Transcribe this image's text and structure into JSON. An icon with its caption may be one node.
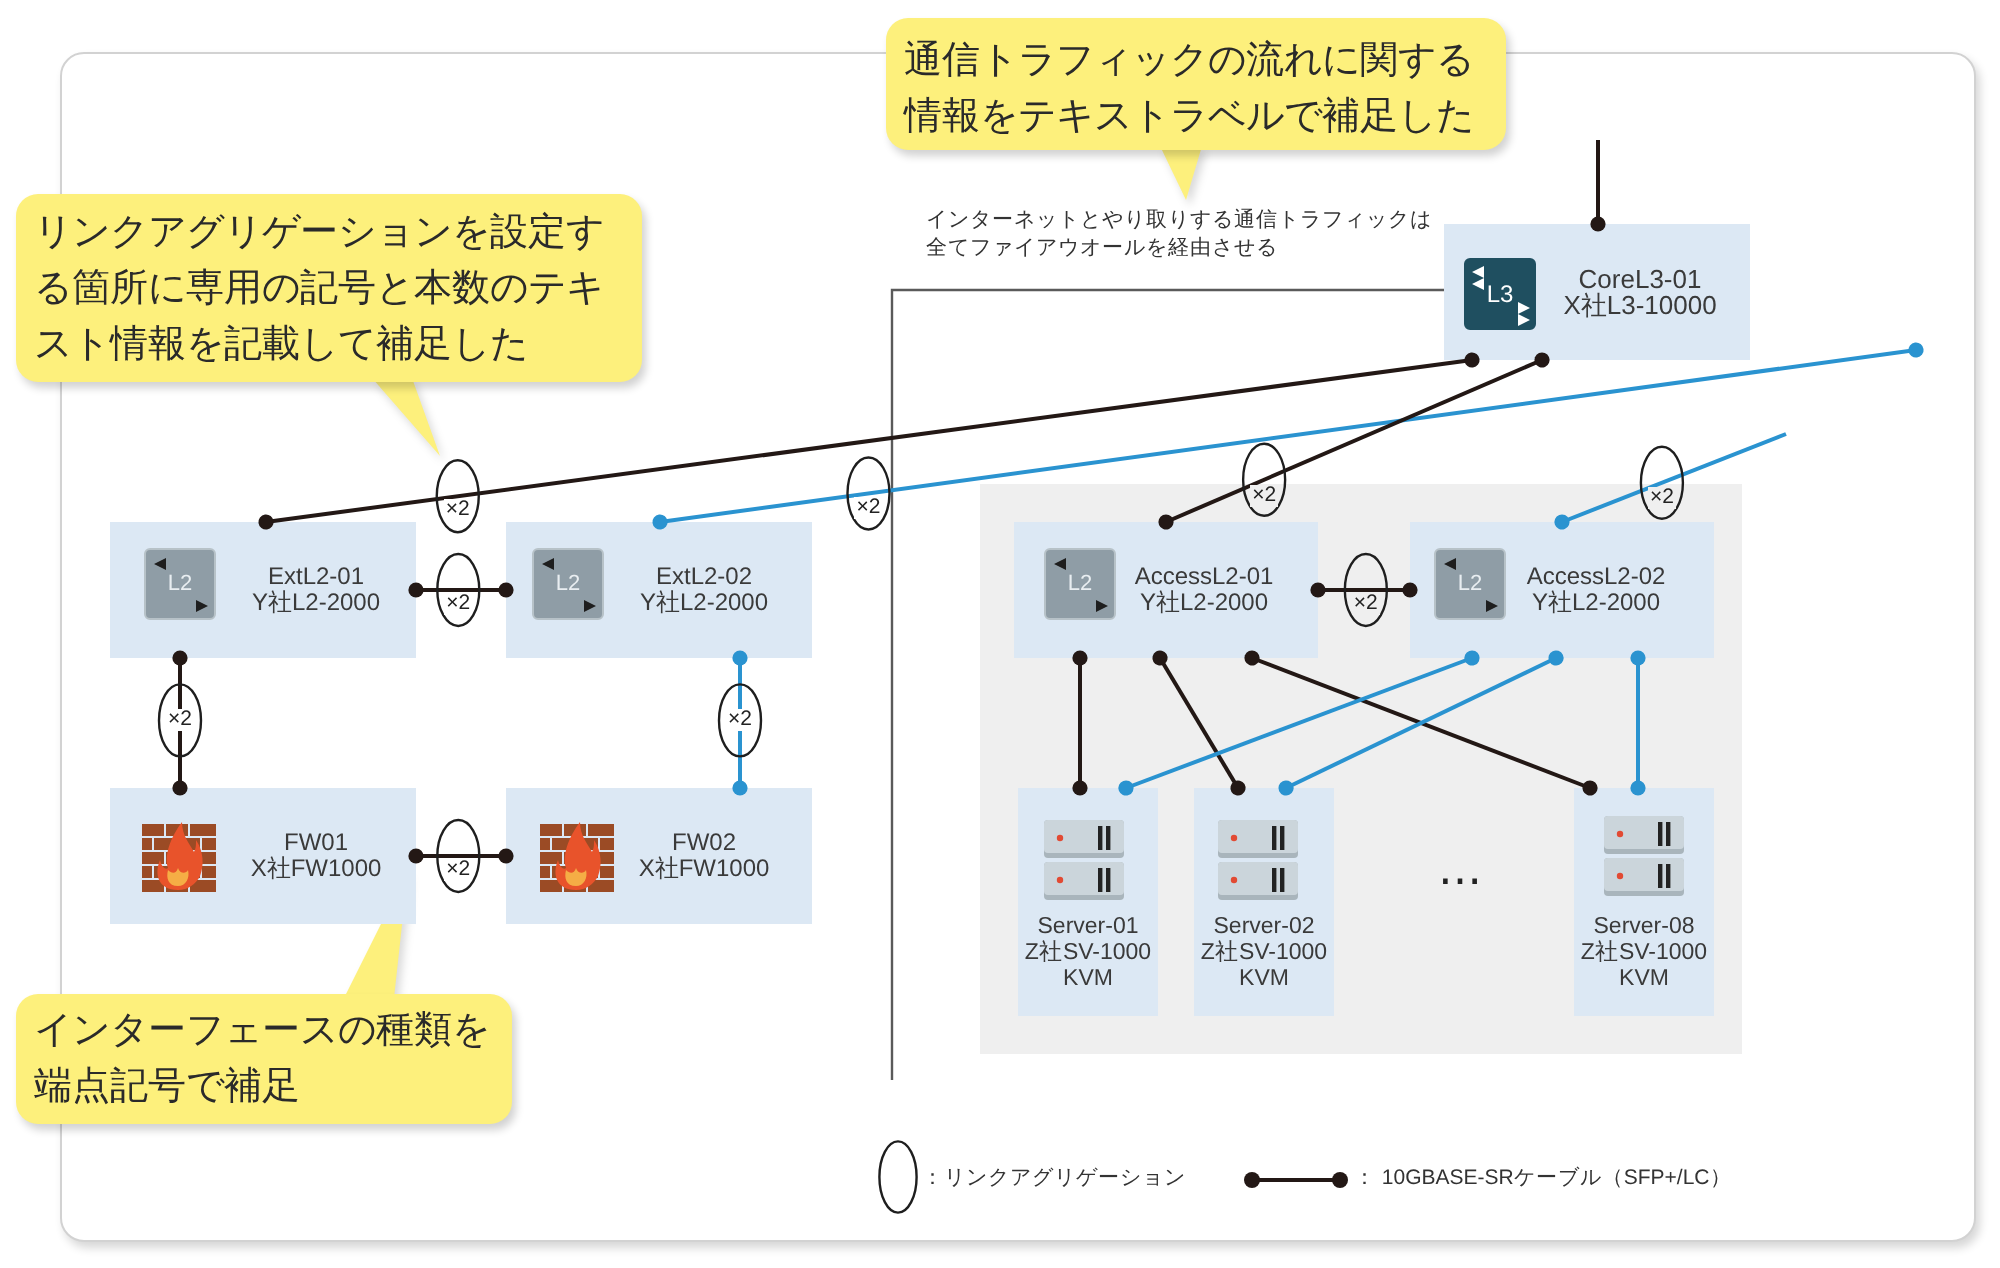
{
  "diagram": {
    "nodes": [
      {
        "text": [
          "通信トラフィックの流れに関する情報をテキストラベルで補足した"
        ]
      },
      {
        "text": [
          "リンクアグリゲーションを設定する箇所に専用の記号と本数のテキスト情報を記載して補足した"
        ]
      },
      {
        "text": [
          "L3",
          "CoreL3-01 X社L3-10000"
        ]
      },
      {
        "text": [
          "L2",
          "ExtL2-01 Y社L2-2000"
        ]
      },
      {
        "text": [
          "L2",
          "ExtL2-02 Y社L2-2000"
        ]
      },
      {
        "text": [
          "L2",
          "AccessL2-01 Y社L2-2000"
        ]
      },
      {
        "text": [
          "L2",
          "AccessL2-02 Y社L2-2000"
        ]
      },
      {
        "text": [
          "FW01 X社FW1000"
        ]
      },
      {
        "text": [
          "FW02 X社FW1000"
        ]
      },
      {
        "text": [
          "Server-01 Z社SV-1000 KVM"
        ]
      },
      {
        "text": [
          "Server-02 Z社SV-1000 KVM"
        ]
      },
      {
        "text": [
          "Server-08 Z社SV-1000 KVM"
        ]
      },
      {
        "text": [
          "インターフェースの種類を端点記号で補足"
        ]
      }
    ],
    "edges": [
      {
        "from": null,
        "to": 2,
        "arrow": "other"
      },
      {
        "from": 2,
        "to": 3,
        "arrow": "other",
        "label": "×2"
      },
      {
        "from": null,
        "to": 4,
        "arrow": "other",
        "label": "×2",
        "color": "#2a93d0"
      },
      {
        "from": 2,
        "to": 5,
        "arrow": "other",
        "label": "×2"
      },
      {
        "from": null,
        "to": 6,
        "arrow": "other",
        "label": "×2",
        "color": "#2a93d0"
      },
      {
        "from": 3,
        "to": 4,
        "arrow": "other",
        "label": "×2"
      },
      {
        "from": 5,
        "to": 6,
        "arrow": "other",
        "label": "×2"
      },
      {
        "from": 3,
        "to": 7,
        "arrow": "other",
        "label": "×2"
      },
      {
        "from": 4,
        "to": 8,
        "arrow": "other",
        "label": "×2",
        "color": "#2a93d0"
      },
      {
        "from": 7,
        "to": 8,
        "arrow": "other",
        "label": "×2"
      },
      {
        "from": 5,
        "to": 9,
        "arrow": "other"
      },
      {
        "from": 5,
        "to": 10,
        "arrow": "other"
      },
      {
        "from": 5,
        "to": 11,
        "arrow": "other"
      },
      {
        "from": 6,
        "to": 9,
        "arrow": "other",
        "color": "#2a93d0"
      },
      {
        "from": 6,
        "to": 10,
        "arrow": "other",
        "color": "#2a93d0"
      },
      {
        "from": 6,
        "to": 11,
        "arrow": "other",
        "color": "#2a93d0"
      }
    ],
    "labels": [
      "インターネットとやり取りする通信トラフィックは全てファイアウオールを経由させる",
      "…"
    ],
    "legend": [
      {
        "text": "：リンクアグリゲーション"
      },
      {
        "text": "： 10GBASE-SRケーブル（SFP+/LC）"
      }
    ]
  }
}
